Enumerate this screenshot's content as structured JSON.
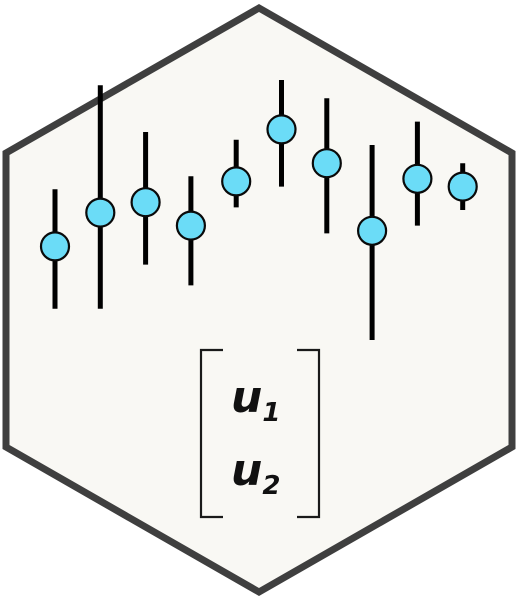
{
  "colors": {
    "hex_fill": "#f9f8f4",
    "hex_border": "#3f3f3f",
    "point_fill": "#6bdcf7",
    "point_stroke": "#0a0a0a",
    "whisker": "#000000"
  },
  "chart_data": {
    "type": "scatter",
    "style": "point-range",
    "grid": false,
    "legend": "none",
    "points": [
      {
        "y": 0.36,
        "low": 0.12,
        "high": 0.58
      },
      {
        "y": 0.49,
        "low": 0.12,
        "high": 0.98
      },
      {
        "y": 0.53,
        "low": 0.29,
        "high": 0.8
      },
      {
        "y": 0.44,
        "low": 0.21,
        "high": 0.63
      },
      {
        "y": 0.61,
        "low": 0.51,
        "high": 0.77
      },
      {
        "y": 0.81,
        "low": 0.59,
        "high": 1.0
      },
      {
        "y": 0.68,
        "low": 0.41,
        "high": 0.93
      },
      {
        "y": 0.42,
        "low": 0.0,
        "high": 0.75
      },
      {
        "y": 0.62,
        "low": 0.44,
        "high": 0.84
      },
      {
        "y": 0.59,
        "low": 0.5,
        "high": 0.68
      }
    ]
  },
  "matrix": {
    "rows": [
      {
        "symbol": "u",
        "subscript": "1"
      },
      {
        "symbol": "u",
        "subscript": "2"
      }
    ]
  }
}
